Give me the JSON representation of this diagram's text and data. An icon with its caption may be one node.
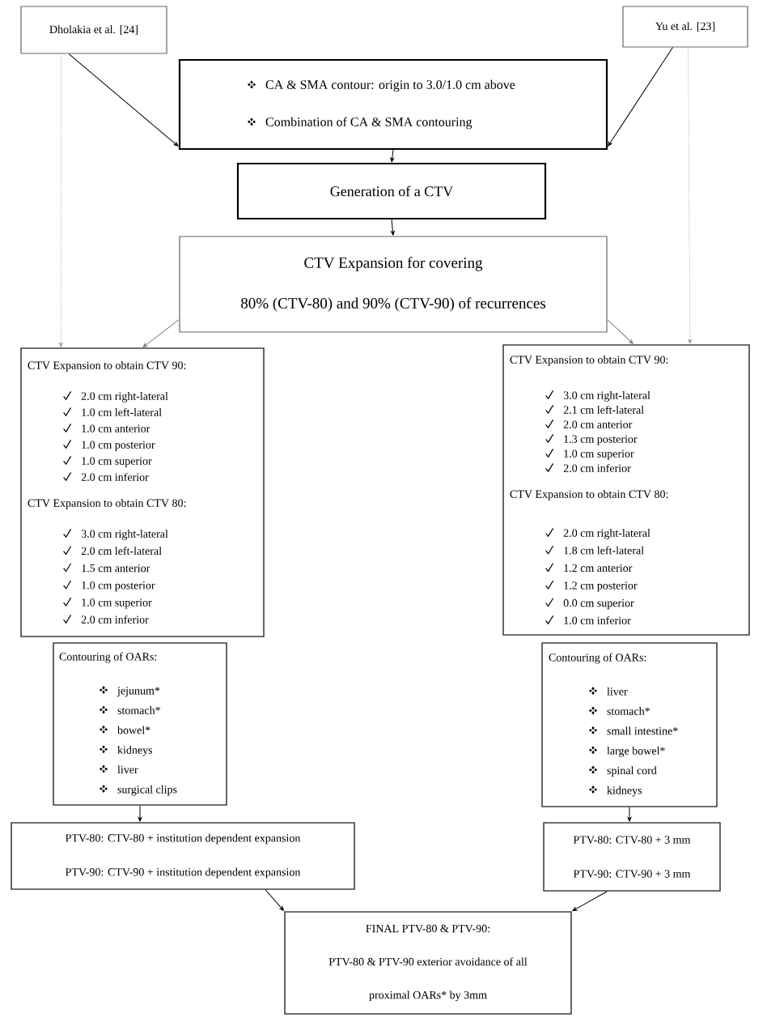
{
  "diagram": {
    "nodes": [
      {
        "text": [
          "Dholakia et al. [24]"
        ]
      },
      {
        "text": [
          "Yu et al. [23]"
        ]
      },
      {
        "text": [
          "CA & SMA contour: origin to 3.0/1.0 cm above",
          "Combination of CA & SMA contouring"
        ]
      },
      {
        "text": [
          "Generation of a CTV"
        ]
      },
      {
        "text": [
          "CTV Expansion for covering",
          "80% (CTV-80) and 90% (CTV-90) of recurrences"
        ]
      },
      {
        "text": [
          "CTV Expansion to obtain CTV 90:",
          "2.0 cm right-lateral",
          "1.0 cm left-lateral",
          "1.0 cm anterior",
          "1.0 cm posterior",
          "1.0 cm superior",
          "2.0 cm inferior",
          "CTV Expansion to obtain CTV 80:",
          "3.0 cm right-lateral",
          "2.0 cm left-lateral",
          "1.5 cm anterior",
          "1.0 cm posterior",
          "1.0 cm superior",
          "2.0 cm inferior"
        ]
      },
      {
        "text": [
          "CTV Expansion to obtain CTV 90:",
          "3.0 cm right-lateral",
          "2.1 cm left-lateral",
          "2.0 cm anterior",
          "1.3 cm posterior",
          "1.0 cm superior",
          "2.0 cm inferior",
          "CTV Expansion to obtain CTV 80:",
          "2.0 cm right-lateral",
          "1.8 cm left-lateral",
          "1.2 cm anterior",
          "1.2 cm posterior",
          "0.0 cm superior",
          "1.0 cm inferior"
        ]
      },
      {
        "text": [
          "Contouring of OARs:",
          "jejunum*",
          "stomach*",
          "bowel*",
          "kidneys",
          "liver",
          "surgical clips"
        ]
      },
      {
        "text": [
          "Contouring of OARs:",
          "liver",
          "stomach*",
          "small intestine*",
          "large bowel*",
          "spinal cord",
          "kidneys"
        ]
      },
      {
        "text": [
          "PTV-80: CTV-80 + institution dependent expansion",
          "PTV-90: CTV-90 + institution dependent expansion"
        ]
      },
      {
        "text": [
          "PTV-80: CTV-80 + 3 mm",
          "PTV-90: CTV-90 + 3 mm"
        ]
      },
      {
        "text": [
          "FINAL PTV-80 & PTV-90:",
          "PTV-80 & PTV-90 exterior avoidance of all proximal OARs* by 3mm"
        ]
      }
    ],
    "edges": [
      {
        "from": 0,
        "to": 2,
        "arrow": "to"
      },
      {
        "from": 1,
        "to": 2,
        "arrow": "to"
      },
      {
        "from": 2,
        "to": 3,
        "arrow": "to"
      },
      {
        "from": 3,
        "to": 4,
        "arrow": "to"
      },
      {
        "from": 4,
        "to": 5,
        "arrow": "to",
        "color": "#7f7f7f"
      },
      {
        "from": 4,
        "to": 6,
        "arrow": "to",
        "color": "#7f7f7f"
      },
      {
        "from": 0,
        "to": 5,
        "arrow": "to",
        "style": "dashed",
        "color": "#999999"
      },
      {
        "from": 1,
        "to": 6,
        "arrow": "to",
        "style": "dashed",
        "color": "#999999"
      },
      {
        "from": 7,
        "to": 9,
        "arrow": "to"
      },
      {
        "from": 8,
        "to": 10,
        "arrow": "to"
      },
      {
        "from": 9,
        "to": 11,
        "arrow": "to"
      },
      {
        "from": 10,
        "to": 11,
        "arrow": "to"
      }
    ]
  }
}
